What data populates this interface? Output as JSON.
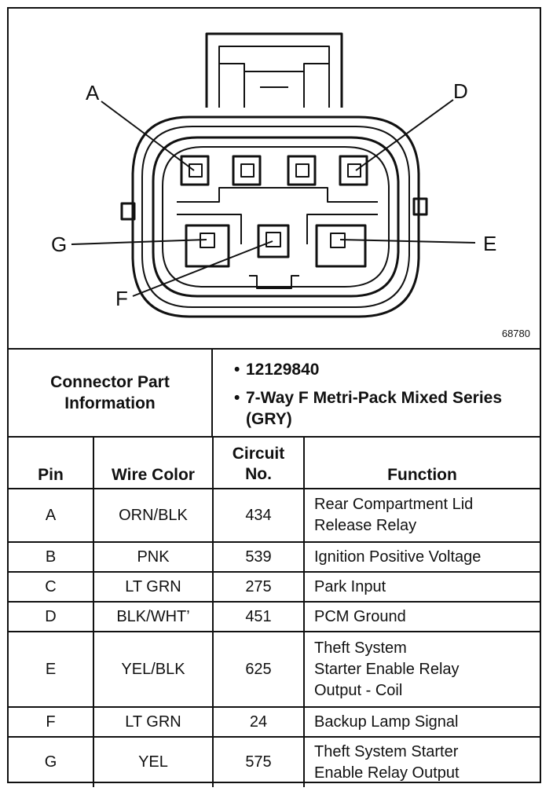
{
  "diagram": {
    "labels": {
      "a": "A",
      "d": "D",
      "g": "G",
      "e": "E",
      "f": "F"
    },
    "figure_number": "68780"
  },
  "connector_info": {
    "heading": "Connector Part Information",
    "items": [
      "12129840",
      "7-Way F Metri-Pack Mixed Series (GRY)"
    ]
  },
  "table": {
    "headers": {
      "pin": "Pin",
      "wire_color": "Wire Color",
      "circuit_no": "Circuit No.",
      "function": "Function"
    },
    "rows": [
      {
        "pin": "A",
        "wire_color": "ORN/BLK",
        "circuit": "434",
        "function": "Rear Compartment Lid\nRelease Relay"
      },
      {
        "pin": "B",
        "wire_color": "PNK",
        "circuit": "539",
        "function": "Ignition Positive Voltage"
      },
      {
        "pin": "C",
        "wire_color": "LT GRN",
        "circuit": "275",
        "function": "Park Input"
      },
      {
        "pin": "D",
        "wire_color": "BLK/WHT’",
        "circuit": "451",
        "function": "PCM Ground"
      },
      {
        "pin": "E",
        "wire_color": "YEL/BLK",
        "circuit": "625",
        "function": "Theft System\nStarter Enable Relay\nOutput - Coil"
      },
      {
        "pin": "F",
        "wire_color": "LT GRN",
        "circuit": "24",
        "function": "Backup Lamp Signal"
      },
      {
        "pin": "G",
        "wire_color": "YEL",
        "circuit": "575",
        "function": "Theft System Starter\nEnable Relay Output"
      }
    ]
  }
}
